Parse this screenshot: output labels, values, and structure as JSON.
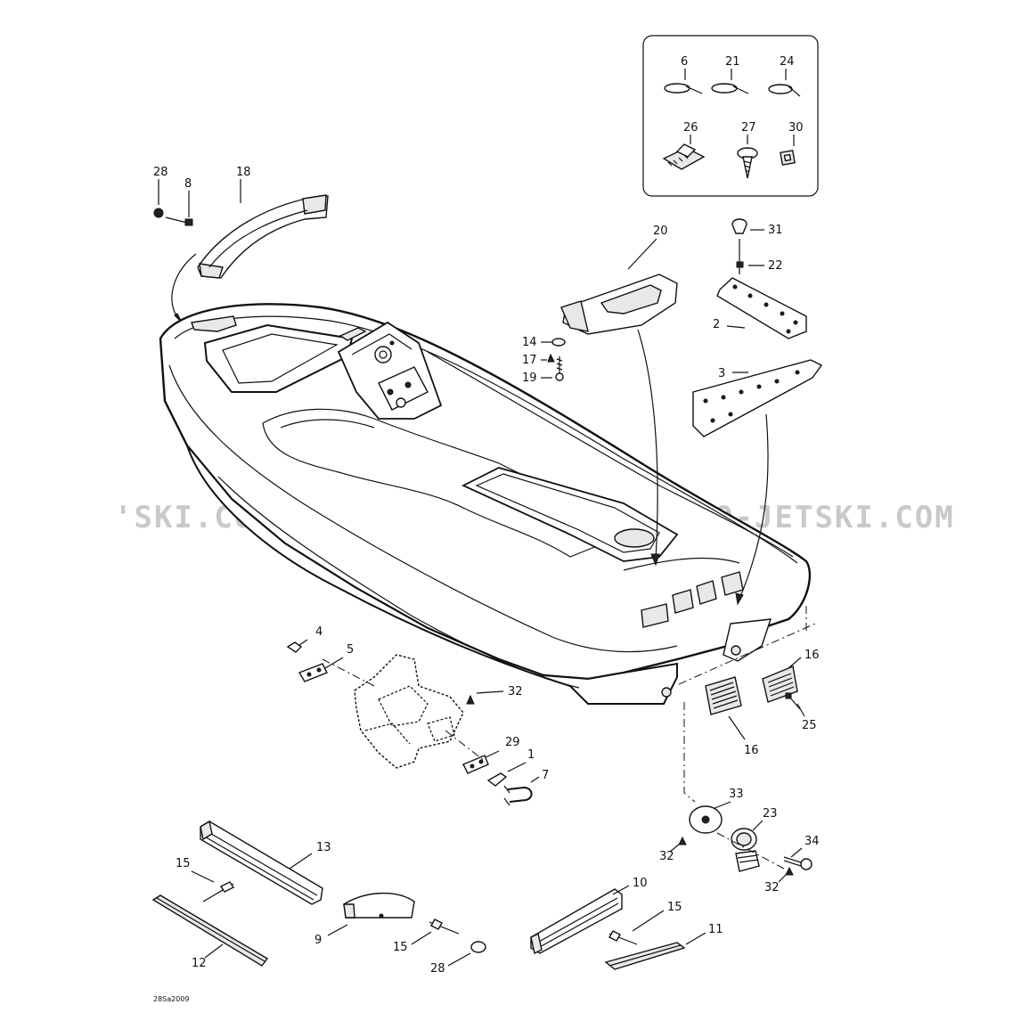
{
  "watermark": "'SKI.COM   PROMO-JETSKI.COM   PROMO-JETSKI.COM",
  "reference_code": "28Sa2009",
  "parts_box": {
    "parts": [
      {
        "number": "6",
        "icon": "cable-tie-icon"
      },
      {
        "number": "21",
        "icon": "cable-tie-icon"
      },
      {
        "number": "24",
        "icon": "cable-tie-icon"
      },
      {
        "number": "26",
        "icon": "clip-icon"
      },
      {
        "number": "27",
        "icon": "screw-icon"
      },
      {
        "number": "30",
        "icon": "square-nut-icon"
      }
    ]
  },
  "callouts": {
    "c28a": "28",
    "c8": "8",
    "c18": "18",
    "c20": "20",
    "c31": "31",
    "c22": "22",
    "c2": "2",
    "c3": "3",
    "c14": "14",
    "c17": "17",
    "c19": "19",
    "c4": "4",
    "c5": "5",
    "c32a": "32",
    "c29": "29",
    "c1": "1",
    "c7": "7",
    "c16a": "16",
    "c16b": "16",
    "c25": "25",
    "c33": "33",
    "c23": "23",
    "c34": "34",
    "c32b": "32",
    "c32c": "32",
    "c13": "13",
    "c15a": "15",
    "c12": "12",
    "c9": "9",
    "c15b": "15",
    "c28b": "28",
    "c10": "10",
    "c15c": "15",
    "c11": "11"
  }
}
